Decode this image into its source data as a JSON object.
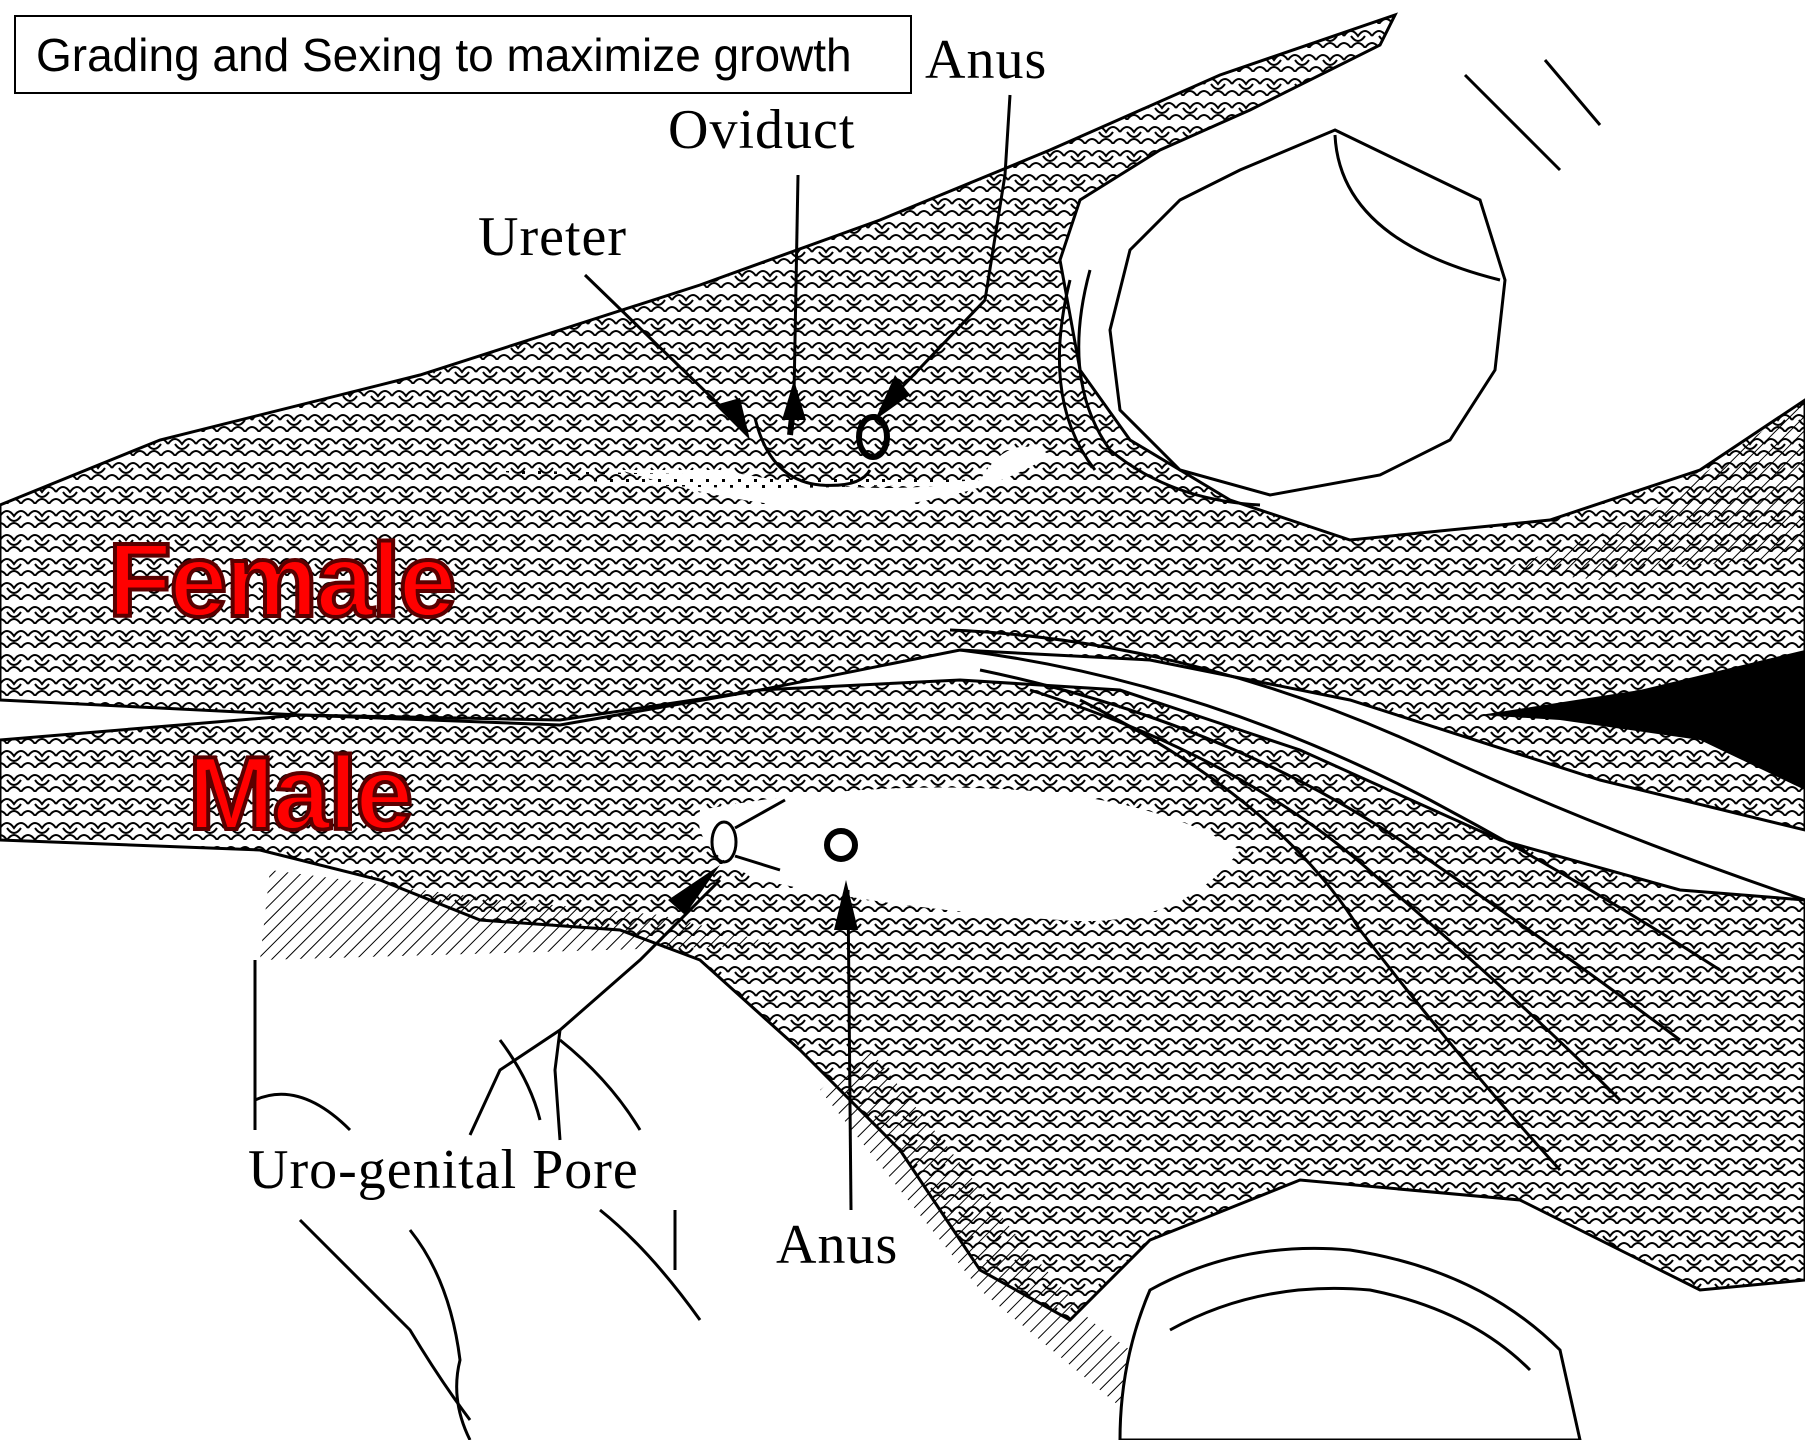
{
  "title": "Grading and Sexing to maximize growth",
  "labels": {
    "female": "Female",
    "male": "Male",
    "anus_top": "Anus",
    "oviduct": "Oviduct",
    "ureter": "Ureter",
    "urogenital_pore": "Uro-genital Pore",
    "anus_bottom": "Anus"
  },
  "colors": {
    "sex_label": "#ff0000",
    "sex_label_outline": "#5a0000",
    "line": "#000000",
    "background": "#ffffff"
  }
}
